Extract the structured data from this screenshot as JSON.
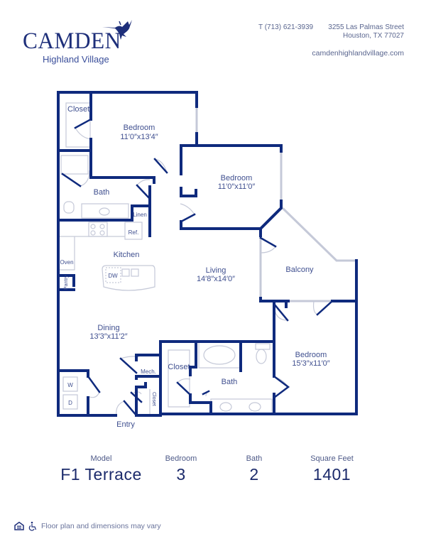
{
  "brand": {
    "name": "CAMDEN",
    "subtitle": "Highland Village",
    "logo_icon": "hummingbird-icon",
    "color": "#1e2f7a"
  },
  "contact": {
    "phone": "T (713) 621-3939",
    "address_line1": "3255 Las Palmas Street",
    "address_line2": "Houston, TX 77027",
    "website": "camdenhighlandvillage.com"
  },
  "floorplan": {
    "wall_color": "#0f2a7d",
    "rooms": {
      "closet_1": "Closet",
      "bedroom_1_name": "Bedroom",
      "bedroom_1_dim": "11′0″x13′4″",
      "bedroom_2_name": "Bedroom",
      "bedroom_2_dim": "11′0″x11′0″",
      "bath_1": "Bath",
      "linen": "Linen",
      "ref": "Ref.",
      "kitchen": "Kitchen",
      "oven": "Oven",
      "pantry": "Pantry",
      "dw": "DW",
      "living_name": "Living",
      "living_dim": "14′8″x14′0″",
      "balcony": "Balcony",
      "dining_name": "Dining",
      "dining_dim": "13′3″x11′2″",
      "mech": "Mech.",
      "closet_2": "Closet",
      "closet_3": "Closet",
      "bath_2": "Bath",
      "bedroom_3_name": "Bedroom",
      "bedroom_3_dim": "15′3″x11′0″",
      "washer": "W",
      "dryer": "D",
      "entry": "Entry"
    }
  },
  "summary": {
    "model_label": "Model",
    "model_value": "F1 Terrace",
    "bedroom_label": "Bedroom",
    "bedroom_value": "3",
    "bath_label": "Bath",
    "bath_value": "2",
    "sqft_label": "Square Feet",
    "sqft_value": "1401"
  },
  "footer": {
    "icons": [
      "equal-housing-icon",
      "accessibility-icon"
    ],
    "disclaimer": "Floor plan and dimensions may vary"
  }
}
